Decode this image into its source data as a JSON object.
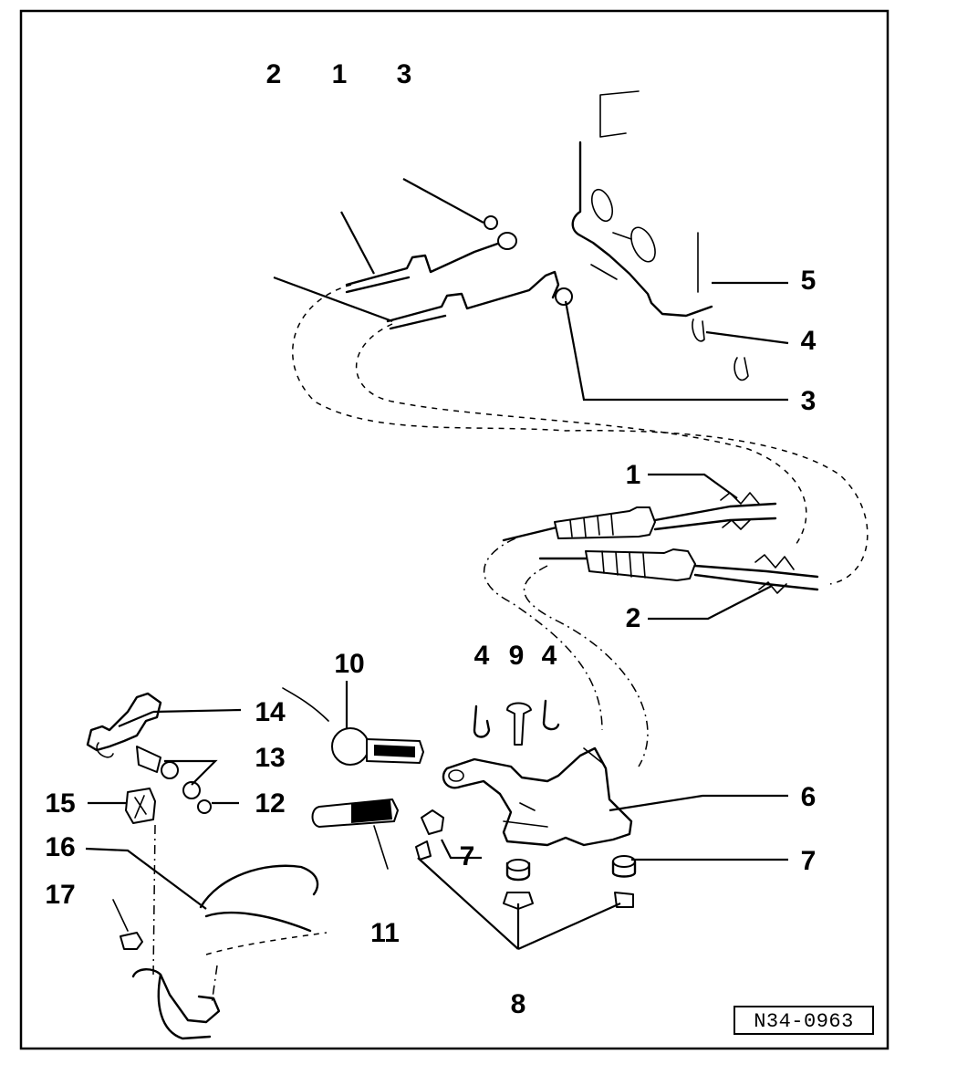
{
  "diagram": {
    "reference_code": "N34-0963",
    "callouts": {
      "top_left_2": "2",
      "top_left_1": "1",
      "top_left_3": "3",
      "right_5": "5",
      "right_4": "4",
      "right_3": "3",
      "mid_1": "1",
      "mid_2": "2",
      "c10": "10",
      "c4a": "4",
      "c9": "9",
      "c4b": "4",
      "c14": "14",
      "c13": "13",
      "c15": "15",
      "c12": "12",
      "c6": "6",
      "c16": "16",
      "c7a": "7",
      "c7b": "7",
      "c17": "17",
      "c11": "11",
      "c8": "8"
    }
  }
}
